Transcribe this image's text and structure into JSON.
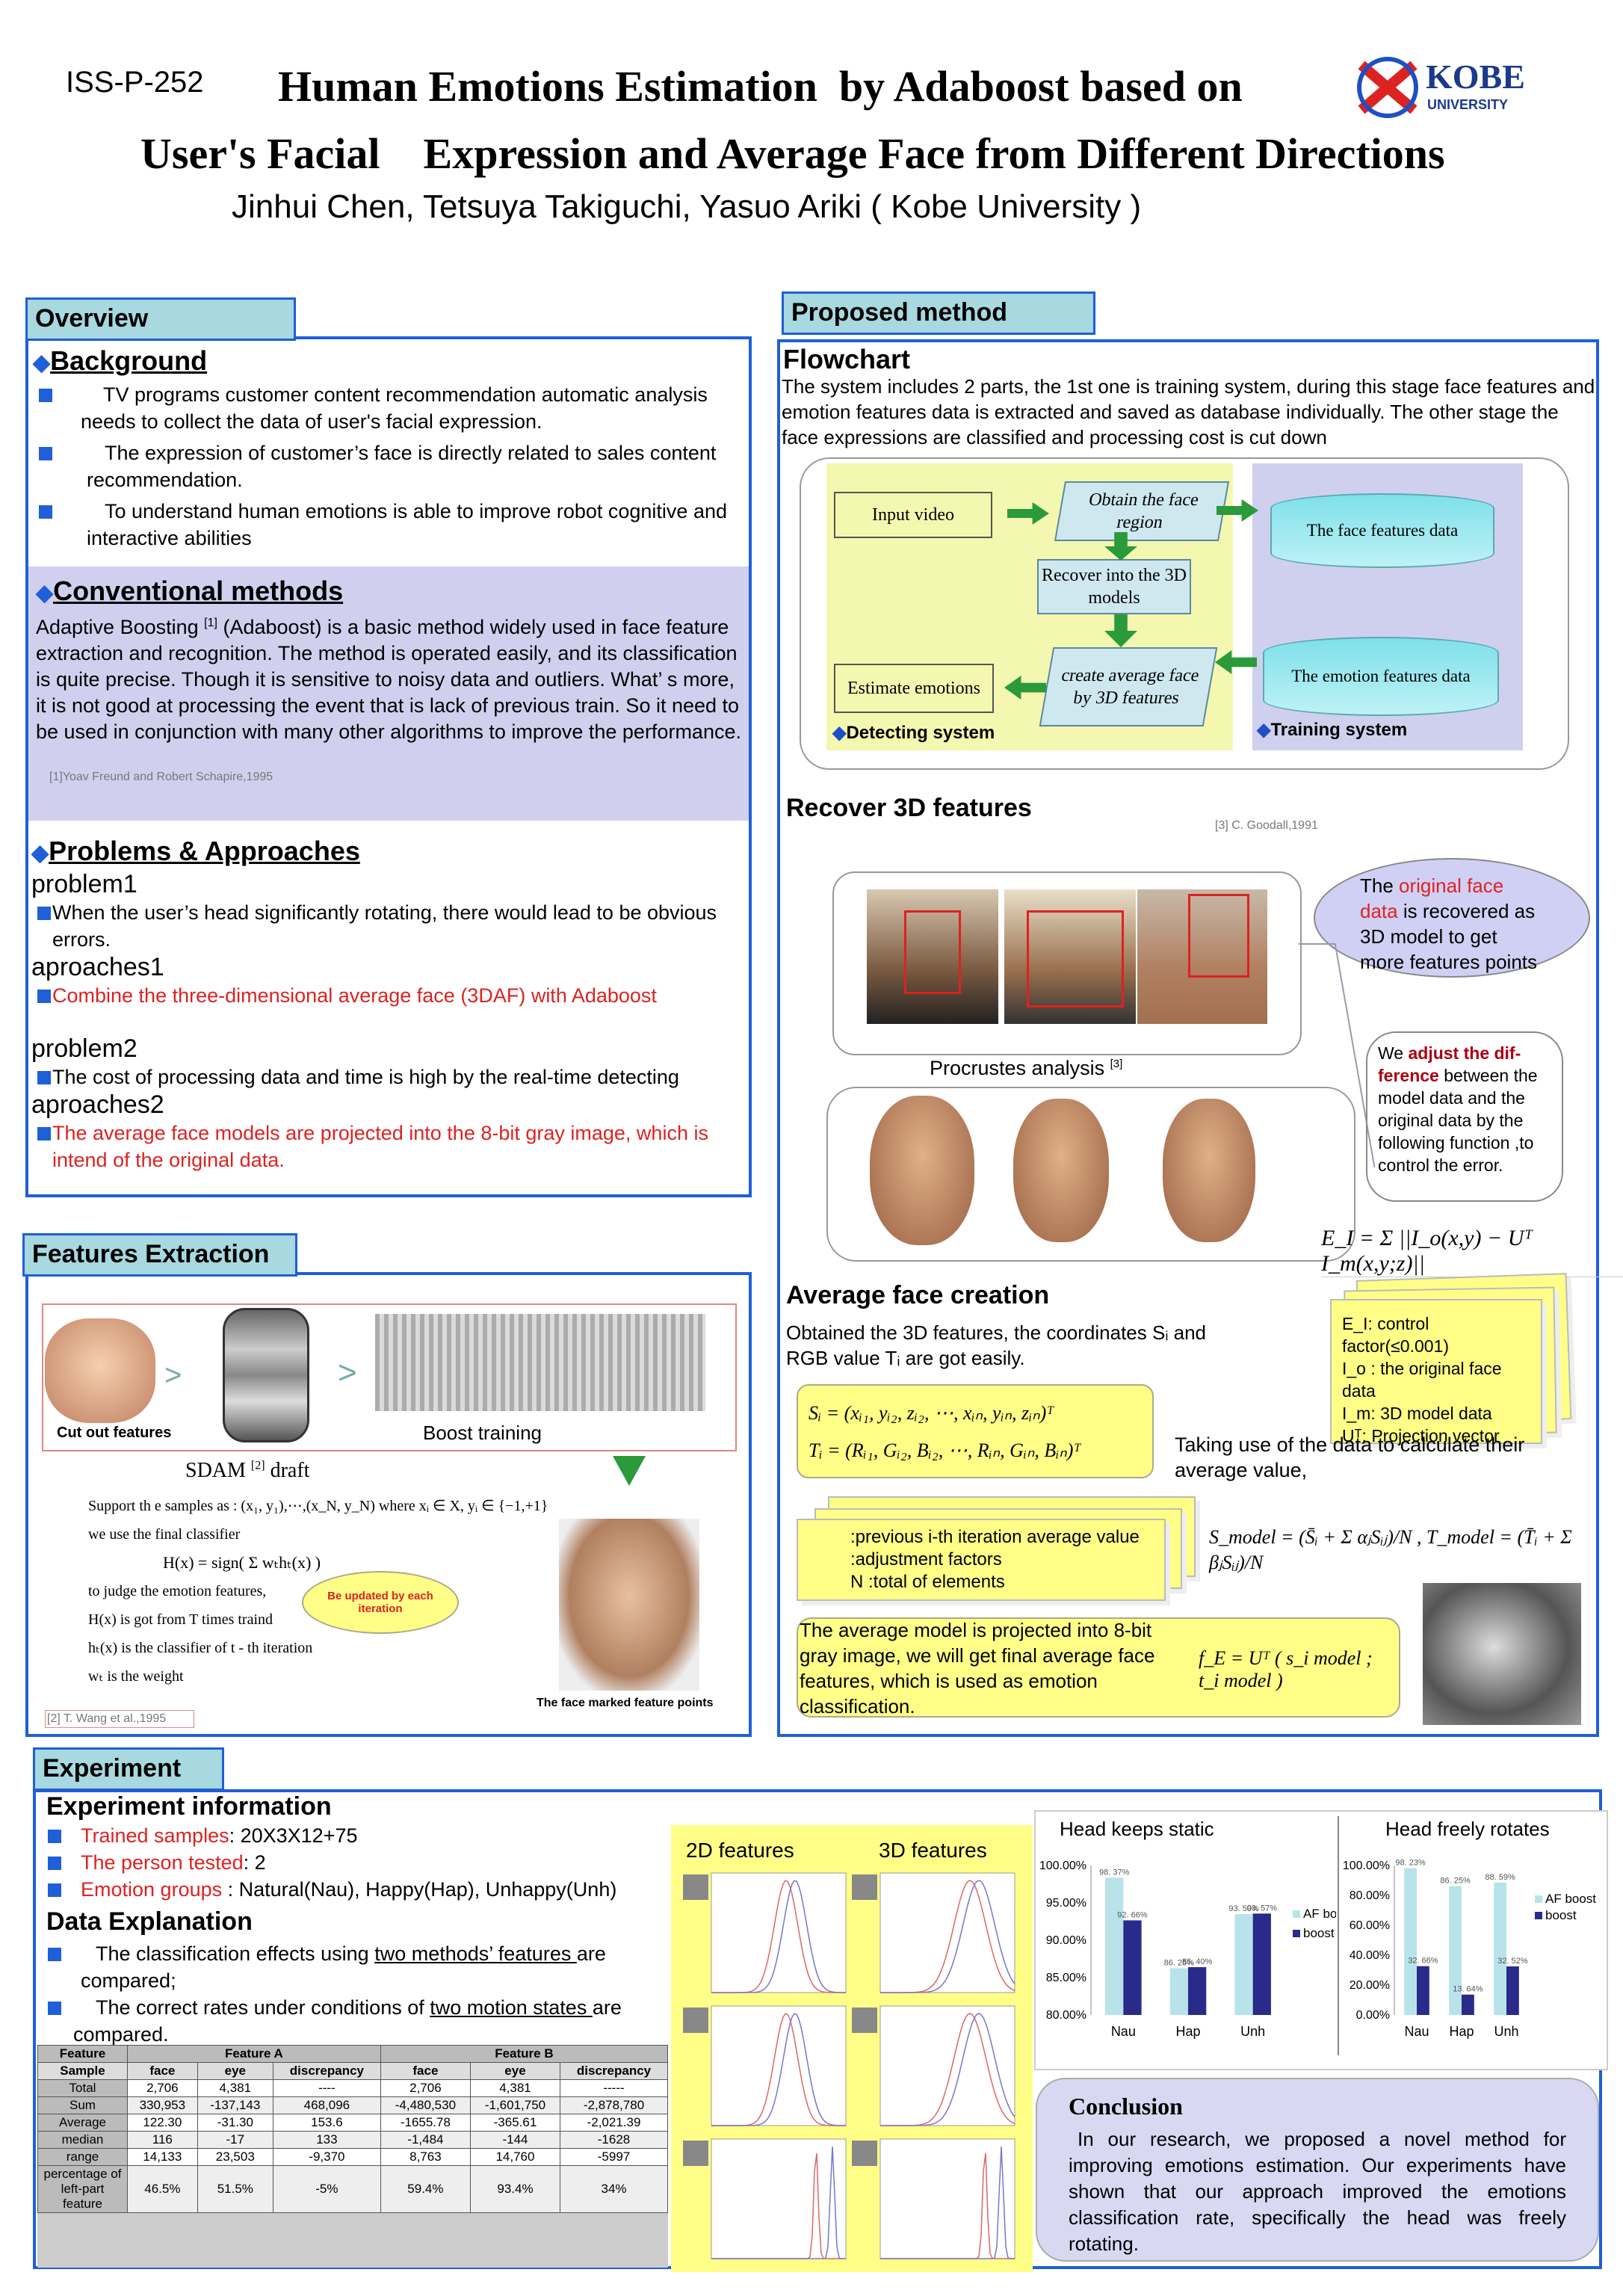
{
  "header": {
    "code": "ISS-P-252",
    "title1": "Human Emotions Estimation  by Adaboost based on",
    "title2": "User's Facial    Expression and Average Face from Different Directions",
    "authors": "Jinhui Chen, Tetsuya Takiguchi, Yasuo Ariki ( Kobe University )",
    "logo_text1": "KOBE",
    "logo_text2": "UNIVERSITY"
  },
  "overview": {
    "tag": "Overview",
    "bg_title": "Background",
    "bg_items": [
      "TV programs customer content recommendation automatic analysis needs to collect the data of user's facial expression.",
      "The expression of customer’s face  is directly related to sales content recommendation.",
      "To understand human emotions is able to improve robot cognitive and interactive abilities"
    ],
    "conv_title": "Conventional methods",
    "conv_text1": "Adaptive Boosting ",
    "conv_sup": "[1]",
    "conv_text2": " (Adaboost) is a basic method widely used in face feature extraction and recognition. The method is operated easily, and its classification is quite precise. Though it is sensitive to noisy data and outliers. What’ s more, it is not good at processing the event that is lack of previous train. So it need to be used in conjunction with many other algorithms to improve the performance.",
    "conv_ref": "[1]Yoav Freund and Robert Schapire,1995",
    "pa_title": "Problems & Approaches",
    "p1": "problem1",
    "p1_item": "When the user’s head significantly rotating, there would lead to be obvious errors.",
    "a1": "aproaches1",
    "a1_item": "Combine the three-dimensional average face (3DAF) with Adaboost",
    "p2": "problem2",
    "p2_item": "The cost of processing data and time is high by the real-time detecting",
    "a2": "aproaches2",
    "a2_item": "The average face models are projected into the 8-bit gray image, which is intend of the original data."
  },
  "features": {
    "tag": "Features Extraction",
    "cut_out": "Cut out features",
    "boost": "Boost training",
    "sdam": "SDAM ",
    "sdam_sup": "[2]",
    "sdam_tail": " draft",
    "l1": "Support th e samples as : (x₁, y₁),⋯,(x_N, y_N) where  xᵢ ∈ X, yᵢ ∈ {−1,+1}",
    "l2": "we use the final classifier",
    "l3": "H(x) = sign( Σ wₜhₜ(x) )",
    "l4": "to judge the emotion  features,",
    "l5": "H(x) is got from  T times traind",
    "l6": "hₜ(x) is the classifier of  t - th iteration",
    "l7": "wₜ is the weight",
    "callout": "Be updated by each iteration",
    "marked": "The face marked feature points",
    "ref": "[2] T. Wang et al.,1995"
  },
  "proposed": {
    "tag": "Proposed method",
    "flow_title": "Flowchart",
    "flow_text": "The system includes 2 parts, the 1st one is training system, during this stage face features and emotion features data is extracted and saved as database individually. The other stage the face expressions are classified  and processing cost is cut down",
    "input_video": "Input video",
    "obtain": "Obtain the  face region",
    "recover": "Recover into the 3D models",
    "create": "create average face  by 3D features",
    "estimate": "Estimate emotions",
    "face_db": "The  face features data",
    "emo_db": "The emotion features data",
    "detecting": "Detecting system",
    "training": "Training system",
    "rec_title": "Recover 3D features",
    "rec_ref": "[3] C. Goodall,1991",
    "bubble1_a": "The ",
    "bubble1_b": "original face data",
    "bubble1_c": " is recovered as 3D model to get more features points",
    "procrustes": "Procrustes analysis ",
    "proc_sup": "[3]",
    "bubble2_a": "We ",
    "bubble2_b": "adjust the dif-ference",
    "bubble2_c": " between the model data and the original data by the following function ,to control the error.",
    "formula_e": "E_I = Σ ||I_o(x,y) − Uᵀ I_m(x,y;z)||",
    "note1": [
      "E_I: control factor(≤0.001)",
      "I_o : the original face data",
      "I_m: 3D model data",
      "Uᵀ: Projection vector"
    ],
    "avg_title": "Average face creation",
    "avg_text": "Obtained the 3D features, the  coordinates Sᵢ and RGB value Tᵢ are got easily.",
    "s_formula": "Sᵢ = (xᵢ₁, yᵢ₂, zᵢ₂, ⋯, xᵢₙ, yᵢₙ, zᵢₙ)ᵀ",
    "t_formula": "Tᵢ = (Rᵢ₁, Gᵢ₂, Bᵢ₂, ⋯, Rᵢₙ, Gᵢₙ, Bᵢₙ)ᵀ",
    "taking": "Taking use of the data to calculate their average value,",
    "note2": [
      ":previous i-th iteration average value",
      ":adjustment factors",
      "N   :total of elements"
    ],
    "smodel": "S_model = (S̄ᵢ + Σ αⱼSᵢⱼ)/N ,  T_model = (T̄ᵢ + Σ βⱼSᵢⱼ)/N",
    "proj_text": "The average model is projected into 8-bit gray image, we will get final average face features, which is used as emotion classification.",
    "fe": "f_E = Uᵀ ( s_i model ; t_i model )"
  },
  "experiment": {
    "tag": "Experiment",
    "info_title": "Experiment  information",
    "i1a": "Trained samples",
    "i1b": ": 20X3X12+75",
    "i2a": "The person tested",
    "i2b": ": 2",
    "i3a": "Emotion groups",
    "i3b": " : Natural(Nau), Happy(Hap), Unhappy(Unh)",
    "de_title": "Data Explanation",
    "d1a": "The classification effects using ",
    "d1b": "two methods’ features ",
    "d1c": "are compared;",
    "d2a": "The correct rates under conditions of ",
    "d2b": "two motion states ",
    "d2c": "are compared.",
    "f2d": "2D features",
    "f3d": "3D features",
    "conc_title": "Conclusion",
    "conc_text": "In our research, we proposed a novel method for improving emotions estimation. Our experiments have shown that our approach improved  the emotions classification rate, specifically the head was freely rotating."
  },
  "table": {
    "head1": [
      "Feature",
      "Feature A",
      "Feature B"
    ],
    "head2": [
      "Sample",
      "face",
      "eye",
      "discrepancy",
      "face",
      "eye",
      "discrepancy"
    ],
    "rows": [
      [
        "Total",
        "2,706",
        "4,381",
        "----",
        "2,706",
        "4,381",
        "-----"
      ],
      [
        "Sum",
        "330,953",
        "-137,143",
        "468,096",
        "-4,480,530",
        "-1,601,750",
        "-2,878,780"
      ],
      [
        "Average",
        "122.30",
        "-31.30",
        "153.6",
        "-1655.78",
        "-365.61",
        "-2,021.39"
      ],
      [
        "median",
        "116",
        "-17",
        "133",
        "-1,484",
        "-144",
        "-1628"
      ],
      [
        "range",
        "14,133",
        "23,503",
        "-9,370",
        "8,763",
        "14,760",
        "-5997"
      ],
      [
        "percentage of left-part feature",
        "46.5%",
        "51.5%",
        "-5%",
        "59.4%",
        "93.4%",
        "34%"
      ]
    ]
  },
  "chart_data": [
    {
      "type": "bar",
      "title": "Head keeps static",
      "categories": [
        "Nau",
        "Hap",
        "Unh"
      ],
      "ylim": [
        80,
        100
      ],
      "yticks": [
        "80.00%",
        "85.00%",
        "90.00%",
        "95.00%",
        "100.00%"
      ],
      "series": [
        {
          "name": "AF boost",
          "values": [
            98.37,
            86.25,
            93.5
          ],
          "labels": [
            "98. 37%",
            "86. 25%",
            "93. 50%"
          ],
          "color": "#b9e3ea"
        },
        {
          "name": "boost",
          "values": [
            92.66,
            86.4,
            93.57
          ],
          "labels": [
            "92. 66%",
            "86. 40%",
            "93. 57%"
          ],
          "color": "#2a2a8a"
        }
      ]
    },
    {
      "type": "bar",
      "title": "Head freely rotates",
      "categories": [
        "Nau",
        "Hap",
        "Unh"
      ],
      "ylim": [
        0,
        100
      ],
      "yticks": [
        "0.00%",
        "20.00%",
        "40.00%",
        "60.00%",
        "80.00%",
        "100.00%"
      ],
      "series": [
        {
          "name": "AF boost",
          "values": [
            98.23,
            86.25,
            88.59
          ],
          "labels": [
            "98. 23%",
            "86. 25%",
            "88. 59%"
          ],
          "color": "#b9e3ea"
        },
        {
          "name": "boost",
          "values": [
            32.66,
            13.64,
            32.52
          ],
          "labels": [
            "32. 66%",
            "13. 64%",
            "32. 52%"
          ],
          "color": "#2a2a8a"
        }
      ]
    }
  ]
}
